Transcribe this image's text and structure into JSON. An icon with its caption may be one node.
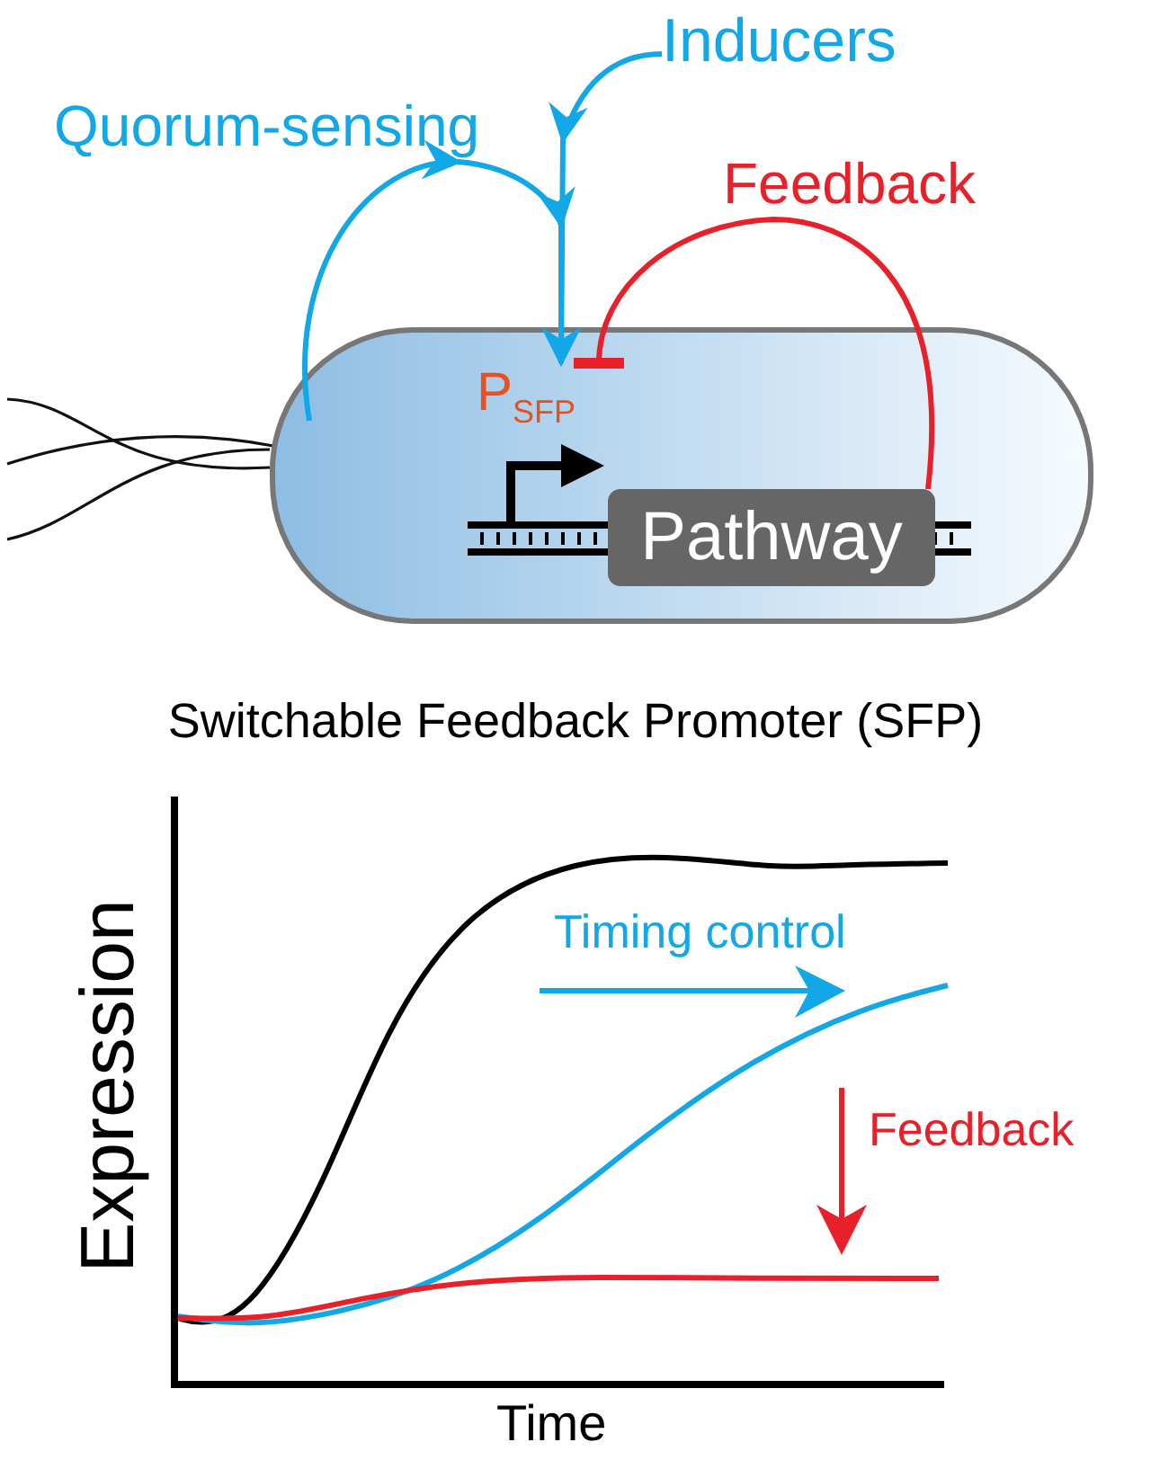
{
  "diagram": {
    "nodes": [
      {
        "text": [
          "Inducers"
        ]
      },
      {
        "text": [],
        "shape": "capsule"
      },
      {
        "text": [
          "P$_{SFP}$"
        ],
        "in": 1
      },
      {
        "text": [
          "Pathway"
        ],
        "in": 1
      }
    ],
    "edges": [
      {
        "from": 0,
        "to": 2,
        "arrow": "to"
      },
      {
        "from": null,
        "to": 2,
        "arrow": "to"
      },
      {
        "from": 3,
        "to": 2,
        "arrow": "other",
        "color": "#e8202a"
      }
    ],
    "labels": [
      "Quorum-sensing",
      "Feedback",
      "Switchable Feedback Promoter (SFP)",
      "Timing control",
      "Feedback",
      "Expression",
      "Time"
    ]
  }
}
